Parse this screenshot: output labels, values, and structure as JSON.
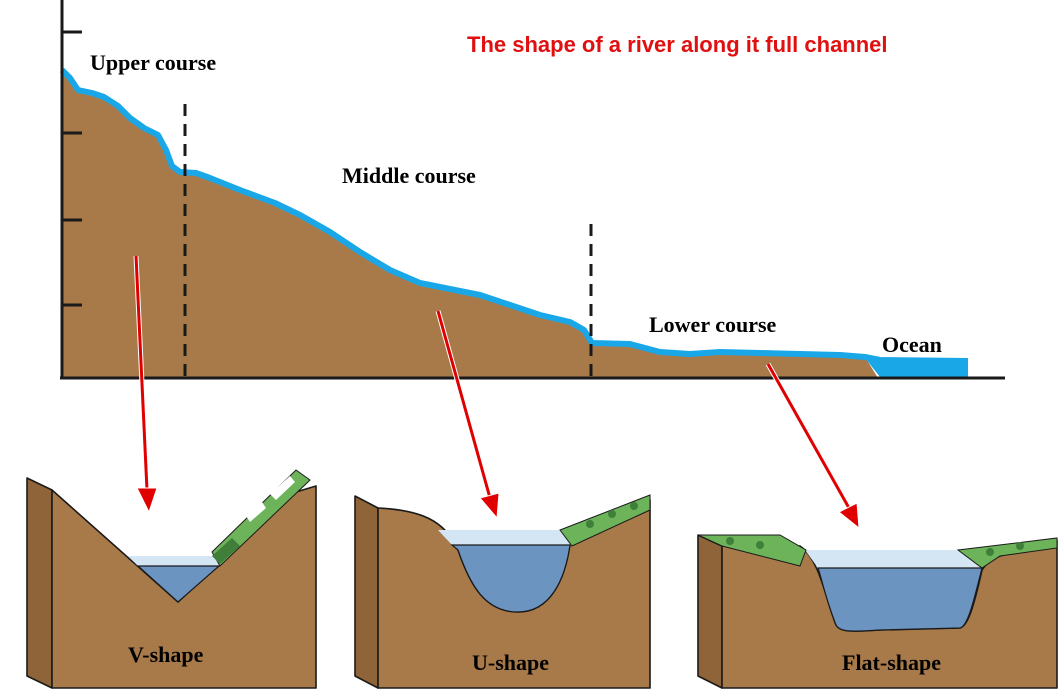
{
  "title": "The shape of a river along it full channel",
  "courses": {
    "upper": "Upper course",
    "middle": "Middle course",
    "lower": "Lower course",
    "ocean": "Ocean"
  },
  "shapes": {
    "v": "V-shape",
    "u": "U-shape",
    "flat": "Flat-shape"
  },
  "colors": {
    "title": "#e01010",
    "soil": "#a87a4a",
    "river": "#1aa7e8",
    "water": "#6b94c0",
    "arrow": "#e00000",
    "grass": "#6cb35a"
  }
}
